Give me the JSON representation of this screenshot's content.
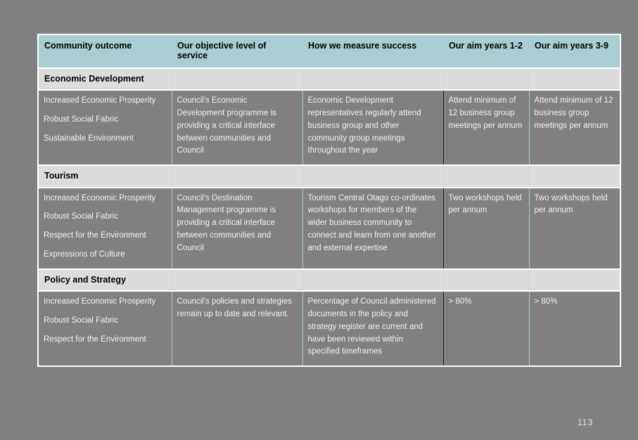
{
  "page": {
    "number": "113",
    "background_color": "#808080",
    "header_color": "#a8ced1",
    "section_band_color": "#dcdcdc",
    "body_text_color": "#f2f2f2"
  },
  "table": {
    "columns": [
      "Community outcome",
      "Our objective level of service",
      "How we measure success",
      "Our aim years 1-2",
      "Our aim years 3-9"
    ],
    "sections": [
      {
        "title": "Economic Development",
        "rows": [
          {
            "outcomes": [
              "Increased Economic Prosperity",
              "Robust Social Fabric",
              "Sustainable Environment"
            ],
            "objective": "Council's Economic Development programme is providing a critical interface between communities and Council",
            "measure": "Economic Development representatives regularly attend business group and other community group meetings throughout the year",
            "aim_1_2": "Attend minimum of 12 business group meetings per annum",
            "aim_3_9": "Attend minimum of 12 business group meetings per annum"
          }
        ]
      },
      {
        "title": "Tourism",
        "rows": [
          {
            "outcomes": [
              "Increased Economic Prosperity",
              "Robust Social Fabric",
              "Respect for the Environment",
              "Expressions of Culture"
            ],
            "objective": "Council's Destination Management programme is providing a critical interface between communities and Council",
            "measure": "Tourism Central Otago co-ordinates workshops for members of the wider business community to connect and learn from one another and external expertise",
            "aim_1_2": "Two workshops held per annum",
            "aim_3_9": "Two workshops held per annum"
          }
        ]
      },
      {
        "title": "Policy and Strategy",
        "rows": [
          {
            "outcomes": [
              "Increased Economic Prosperity",
              "Robust Social Fabric",
              "Respect for the Environment"
            ],
            "objective": "Council's policies and strategies remain up to date and relevant.",
            "measure": "Percentage of Council administered documents in the policy and strategy register are current and have been reviewed within specified timeframes",
            "aim_1_2": "> 80%",
            "aim_3_9": "> 80%"
          }
        ]
      }
    ]
  }
}
